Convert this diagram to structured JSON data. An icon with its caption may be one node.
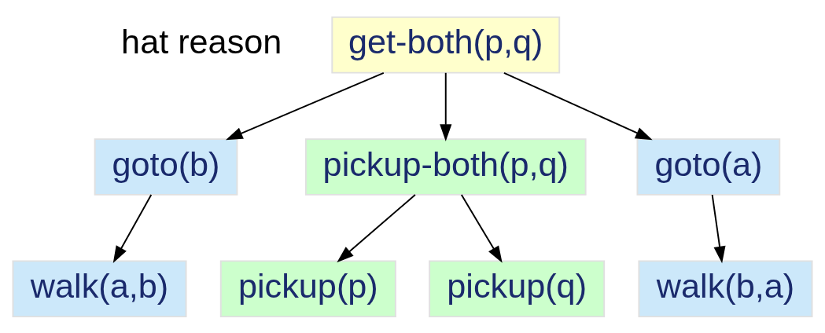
{
  "diagram": {
    "nodes": [
      {
        "text": [
          "get-both(p,q)"
        ]
      },
      {
        "text": [
          "goto(b)"
        ]
      },
      {
        "text": [
          "pickup-both(p,q)"
        ]
      },
      {
        "text": [
          "goto(a)"
        ]
      },
      {
        "text": [
          "walk(a,b)"
        ]
      },
      {
        "text": [
          "pickup(p)"
        ]
      },
      {
        "text": [
          "pickup(q)"
        ]
      },
      {
        "text": [
          "walk(b,a)"
        ]
      }
    ],
    "edges": [
      {
        "from": 0,
        "to": 1,
        "arrow": "to"
      },
      {
        "from": 0,
        "to": 2,
        "arrow": "to"
      },
      {
        "from": 0,
        "to": 3,
        "arrow": "to"
      },
      {
        "from": 1,
        "to": 4,
        "arrow": "to"
      },
      {
        "from": 2,
        "to": 5,
        "arrow": "to"
      },
      {
        "from": 2,
        "to": 6,
        "arrow": "to"
      },
      {
        "from": 3,
        "to": 7,
        "arrow": "to"
      }
    ],
    "labels": [
      "hat reason"
    ]
  }
}
